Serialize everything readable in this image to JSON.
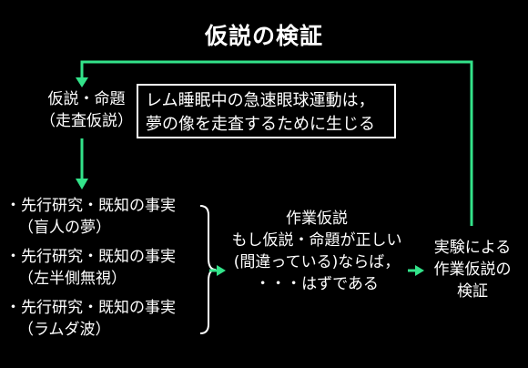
{
  "title": "仮説の検証",
  "hypothesis": {
    "label_line1": "仮説・命題",
    "label_line2": "（走査仮説）",
    "statement_line1": "レム睡眠中の急速眼球運動は，",
    "statement_line2": "夢の像を走査するために生じる"
  },
  "prior_facts": [
    {
      "fact": "・先行研究・既知の事実",
      "example": "（盲人の夢）"
    },
    {
      "fact": "・先行研究・既知の事実",
      "example": "（左半側無視）"
    },
    {
      "fact": "・先行研究・既知の事実",
      "example": "（ラムダ波）"
    }
  ],
  "working_hypothesis": {
    "line1": "作業仮説",
    "line2": "もし仮説・命題が正しい",
    "line3": "(間違っている)ならば，",
    "line4": "・・・はずである"
  },
  "verification": {
    "line1": "実験による",
    "line2": "作業仮説の",
    "line3": "検証"
  },
  "colors": {
    "background": "#000000",
    "text": "#ffffff",
    "arrow": "#33e38a"
  }
}
